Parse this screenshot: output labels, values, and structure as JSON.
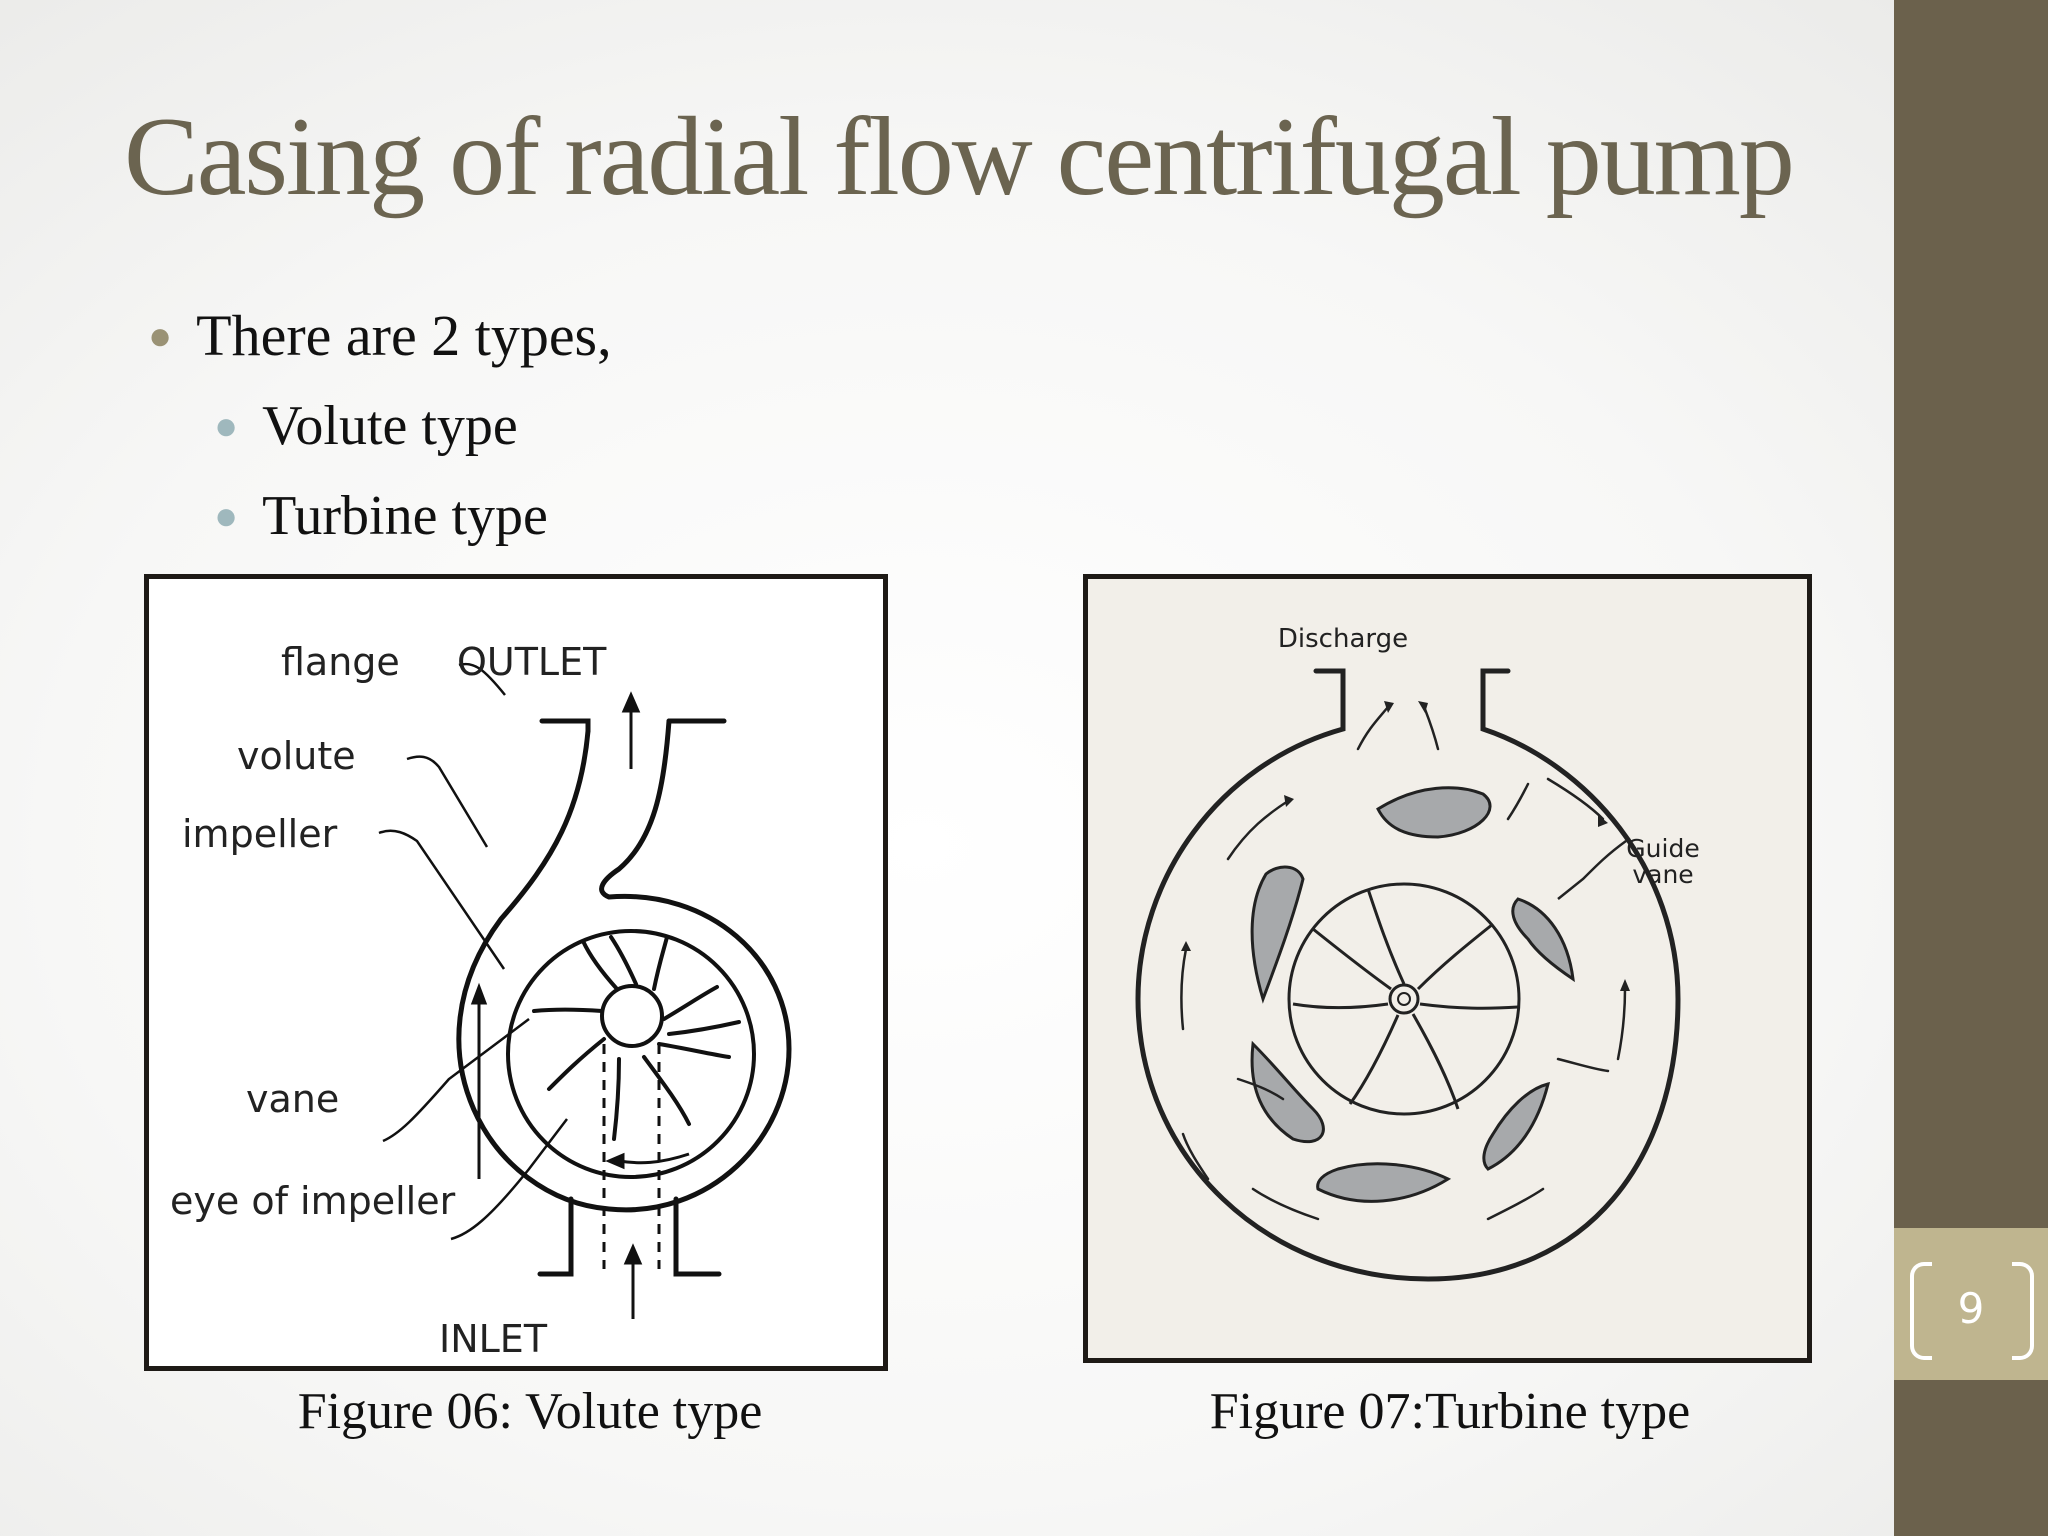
{
  "slide": {
    "title": "Casing of radial flow centrifugal pump",
    "page_number": "9"
  },
  "bullets": [
    {
      "text": "There are 2 types,",
      "level": 1
    },
    {
      "text": "Volute type",
      "level": 2
    },
    {
      "text": "Turbine type",
      "level": 2
    }
  ],
  "figures": [
    {
      "caption": "Figure 06: Volute type",
      "labels": {
        "flange": "flange",
        "outlet": "OUTLET",
        "volute": "volute",
        "impeller": "impeller",
        "vane": "vane",
        "eye": "eye of impeller",
        "inlet": "INLET"
      }
    },
    {
      "caption": "Figure 07:Turbine type",
      "labels": {
        "discharge": "Discharge",
        "guide_vane_line1": "Guide",
        "guide_vane_line2": "vane"
      }
    }
  ],
  "colors": {
    "title": "#6b6450",
    "sidebar": "#6b614c",
    "page_box": "#bfb58f",
    "guide_vane_fill": "#a7a9ab"
  }
}
